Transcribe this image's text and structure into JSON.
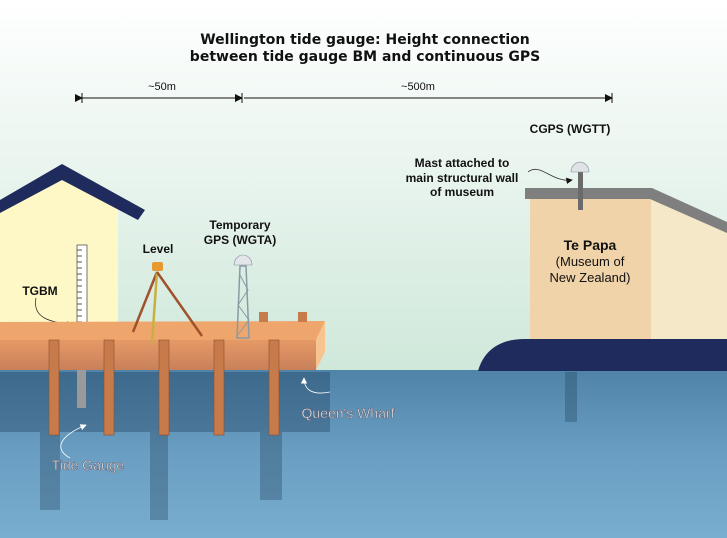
{
  "title": {
    "line1": "Wellington tide gauge: Height connection",
    "line2": "between tide gauge BM and continuous GPS"
  },
  "dimensions": {
    "short": "~50m",
    "long": "~500m"
  },
  "labels": {
    "tgbm": "TGBM",
    "level": "Level",
    "temp_gps_1": "Temporary",
    "temp_gps_2": "GPS (WGTA)",
    "cgps": "CGPS (WGTT)",
    "mast_1": "Mast attached to",
    "mast_2": "main structural wall",
    "mast_3": "of museum",
    "tepapa_1": "Te Papa",
    "tepapa_2": "(Museum of",
    "tepapa_3": "New Zealand)",
    "tide_gauge": "Tide Gauge",
    "wharf": "Queen's Wharf"
  },
  "colors": {
    "roof": "#1f2b5c",
    "house": "#fdf8c6",
    "deck": "#eea66c",
    "post": "#c77a4a",
    "water": "#5f93b8",
    "museum": "#f0d3a8",
    "museum_roof": "#7f7f7f"
  }
}
